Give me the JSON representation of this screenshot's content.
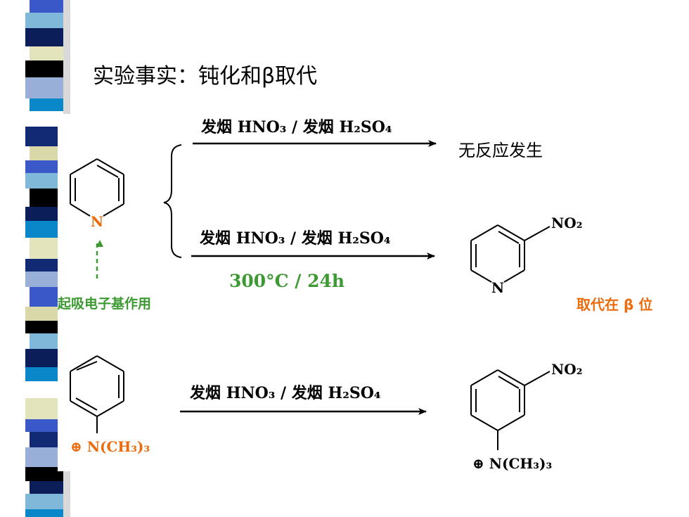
{
  "title": "实验事实：钝化和β取代",
  "colors": {
    "orange": "#ec6b0c",
    "green": "#3d9a32",
    "black": "#000000",
    "strip": [
      "#3a58c8",
      "#7fb8d8",
      "#0b1e59",
      "#e4e4bc",
      "#000000",
      "#98b0d8",
      "#0a87c8",
      "#ffffff",
      "#112a73",
      "#d8d8a8"
    ]
  },
  "reaction1": {
    "reagent_a_prefix": "发烟",
    "reagent_a": "HNO₃",
    "separator": " / ",
    "reagent_b_prefix": "发烟",
    "reagent_b": "H₂SO₄",
    "result": "无反应发生"
  },
  "reaction2": {
    "reagent_a_prefix": "发烟",
    "reagent_a": "HNO₃",
    "separator": " / ",
    "reagent_b_prefix": "发烟",
    "reagent_b": "H₂SO₄",
    "condition": "300°C / 24h",
    "product_group": "NO₂",
    "product_atom": "N",
    "note": "取代在 β 位"
  },
  "pyridine": {
    "atom": "N",
    "note": "起吸电子基作用"
  },
  "reaction3": {
    "substituent": "⊕ N(CH₃)₃",
    "reagent_a_prefix": "发烟",
    "reagent_a": "HNO₃",
    "separator": " / ",
    "reagent_b_prefix": "发烟",
    "reagent_b": "H₂SO₄",
    "product_group": "NO₂",
    "product_substituent": "⊕ N(CH₃)₃"
  }
}
